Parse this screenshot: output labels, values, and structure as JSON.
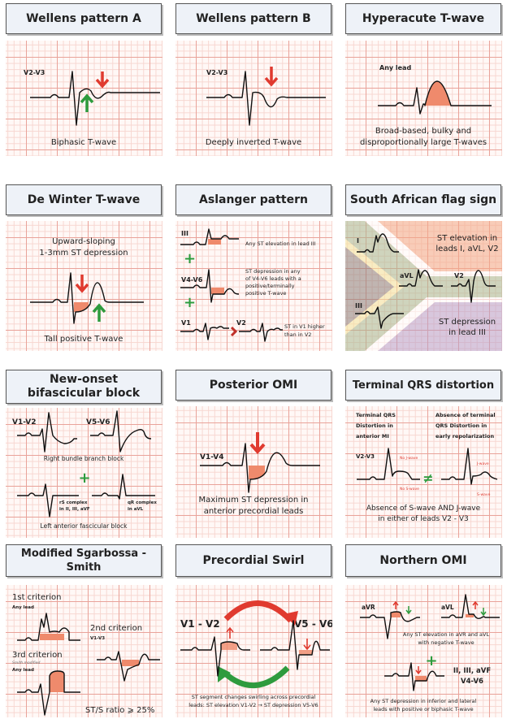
{
  "panels": {
    "wellens_a": {
      "title": "Wellens pattern A",
      "lead": "V2-V3",
      "caption": "Biphasic T-wave"
    },
    "wellens_b": {
      "title": "Wellens pattern B",
      "lead": "V2-V3",
      "caption": "Deeply inverted T-wave"
    },
    "hyperacute": {
      "title": "Hyperacute T-wave",
      "lead": "Any lead",
      "caption1": "Broad-based, bulky and",
      "caption2": "disproportionally large T-waves"
    },
    "de_winter": {
      "title": "De Winter T-wave",
      "top1": "Upward-sloping",
      "top2": "1-3mm ST depression",
      "caption": "Tall positive T-wave"
    },
    "aslanger": {
      "title": "Aslanger pattern",
      "lead1": "III",
      "text1": "Any ST elevation in lead III",
      "lead2": "V4-V6",
      "text2": [
        "ST depression in any",
        "of V4-V6 leads with a",
        "positive/terminally",
        "positive T-wave"
      ],
      "lead3": "V1",
      "lead4": "V2",
      "text3a": "ST in V1 higher",
      "text3b": "than in V2"
    },
    "sa_flag": {
      "title": "South African flag sign",
      "text1a": "ST elevation in",
      "text1b": "leads I, aVL, V2",
      "lead1": "I",
      "lead2": "aVL",
      "lead3": "V2",
      "lead4": "III",
      "text2a": "ST depression",
      "text2b": "in lead III"
    },
    "bifascicular": {
      "title1": "New-onset",
      "title2": "bifascicular block",
      "lead1": "V1-V2",
      "lead2": "V5-V6",
      "caption1": "Right bundle branch block",
      "note1a": "rS complex",
      "note1b": "in II, III, aVF",
      "note2a": "qR complex",
      "note2b": "in aVL",
      "caption2": "Left anterior fascicular block"
    },
    "posterior": {
      "title": "Posterior OMI",
      "lead": "V1-V4",
      "caption1": "Maximum ST depression in",
      "caption2": "anterior precordial leads"
    },
    "terminal_qrs": {
      "title": "Terminal QRS distortion",
      "left": [
        "Terminal QRS",
        "Distortion in",
        "anterior MI"
      ],
      "right": [
        "Absence of terminal",
        "QRS Distortion in",
        "early repolarization"
      ],
      "lead": "V2-V3",
      "no_j": "No J-wave",
      "no_s": "No S-wave",
      "j": "J-wave",
      "s": "S-wave",
      "neq": "≠",
      "caption1": "Absence of S-wave AND J-wave",
      "caption2": "in either of leads V2 - V3"
    },
    "sgarbossa": {
      "title": "Modified Sgarbossa - Smith",
      "c1": "1st criterion",
      "c1_lead": "Any lead",
      "c2": "2nd criterion",
      "c2_lead": "V1-V3",
      "c3": "3rd criterion",
      "c3_note": "Smith modified",
      "c3_lead": "Any lead",
      "ratio": "ST/S ratio ⩾ 25%"
    },
    "swirl": {
      "title": "Precordial Swirl",
      "lead1": "V1 - V2",
      "lead2": "V5 - V6",
      "caption1": "ST segment changes swirling across precordial",
      "caption2": "leads: ST elevation V1-V2 → ST depression V5-V6"
    },
    "northern": {
      "title": "Northern OMI",
      "lead1": "aVR",
      "lead2": "aVL",
      "text1a": "Any ST elevation in aVR and aVL",
      "text1b": "with negative T-wave",
      "lead3a": "II, III, aVF",
      "lead3b": "V4-V6",
      "text2a": "Any ST depression in inferior and lateral",
      "text2b": "leads with positive or biphasic T-wave"
    }
  },
  "colors": {
    "st_fill": "#ef8a6c",
    "arrow_red": "#e03a2f",
    "arrow_green": "#2e9b3e",
    "header_bg": "#eef2f8"
  }
}
